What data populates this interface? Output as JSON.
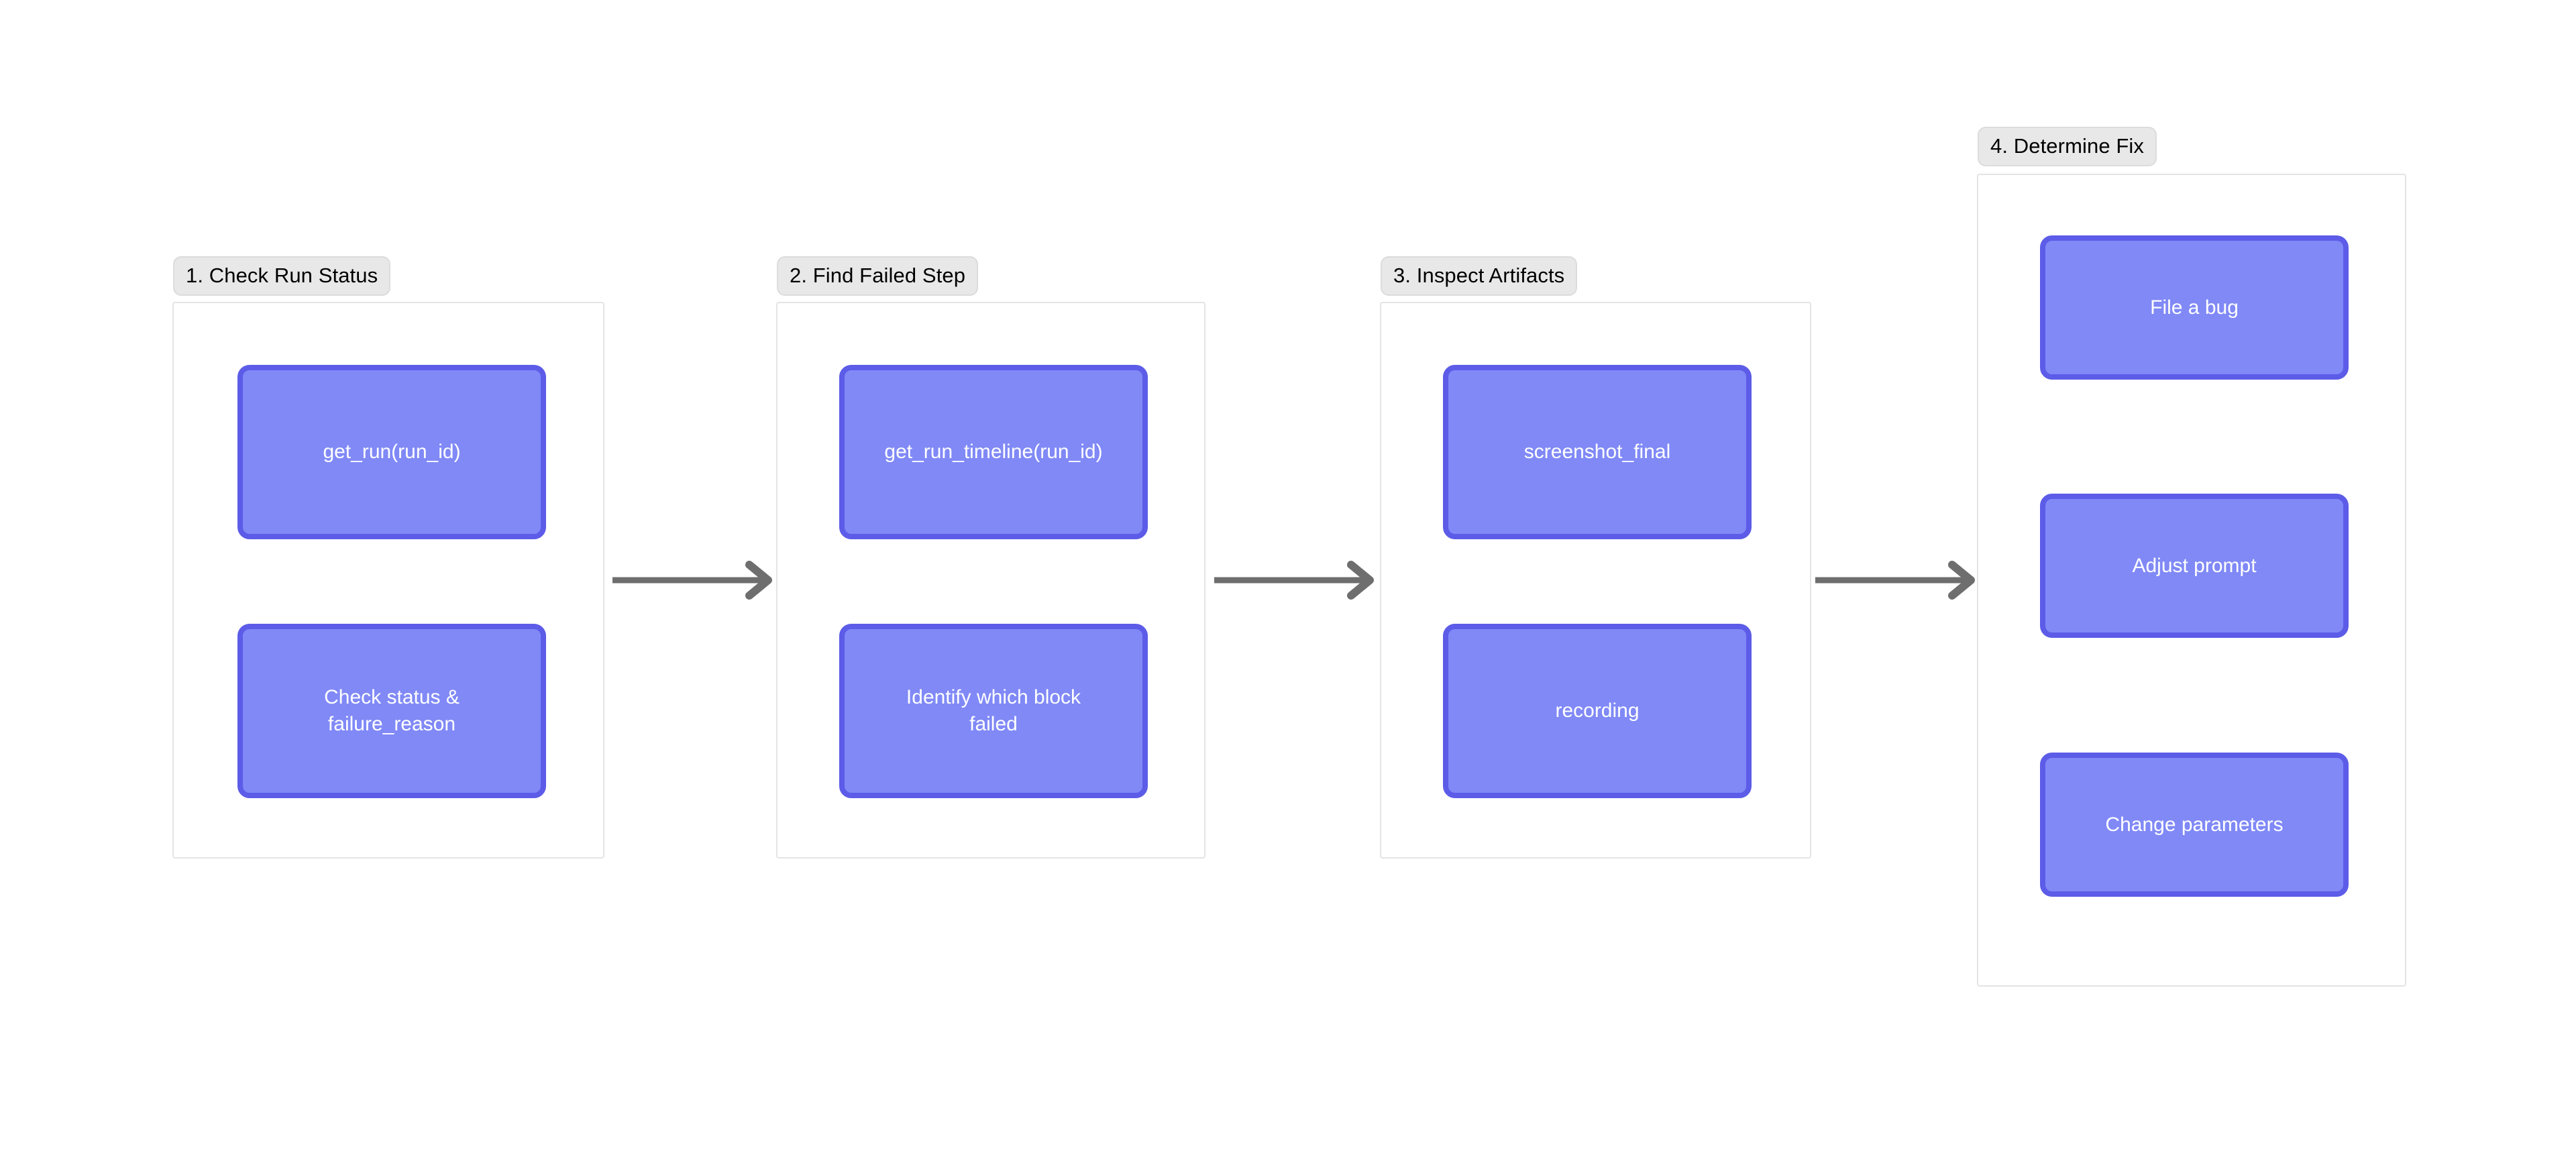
{
  "diagram": {
    "type": "flowchart",
    "direction": "left-to-right",
    "background_color": "#ffffff",
    "node_fill_color": "#8089f6",
    "node_border_color": "#5c5ce8",
    "node_text_color": "#ffffff",
    "group_border_color": "#e4e4e4",
    "group_label_background": "#e8e8e8",
    "arrow_color": "#6e6e6e"
  },
  "groups": [
    {
      "id": "g1",
      "label": "1. Check Run Status",
      "nodes": [
        {
          "id": "n1",
          "label": "get_run(run_id)"
        },
        {
          "id": "n2",
          "label": "Check status &\nfailure_reason"
        }
      ]
    },
    {
      "id": "g2",
      "label": "2. Find Failed Step",
      "nodes": [
        {
          "id": "n3",
          "label": "get_run_timeline(run_id)"
        },
        {
          "id": "n4",
          "label": "Identify which block\nfailed"
        }
      ]
    },
    {
      "id": "g3",
      "label": "3. Inspect Artifacts",
      "nodes": [
        {
          "id": "n5",
          "label": "screenshot_final"
        },
        {
          "id": "n6",
          "label": "recording"
        }
      ]
    },
    {
      "id": "g4",
      "label": "4. Determine Fix",
      "nodes": [
        {
          "id": "n7",
          "label": "File a bug"
        },
        {
          "id": "n8",
          "label": "Adjust prompt"
        },
        {
          "id": "n9",
          "label": "Change parameters"
        }
      ]
    }
  ],
  "connectors": [
    {
      "id": "c1",
      "from": "g1",
      "to": "g2",
      "style": "arrow-right"
    },
    {
      "id": "c2",
      "from": "g2",
      "to": "g3",
      "style": "arrow-right"
    },
    {
      "id": "c3",
      "from": "g3",
      "to": "g4",
      "style": "arrow-right"
    }
  ]
}
